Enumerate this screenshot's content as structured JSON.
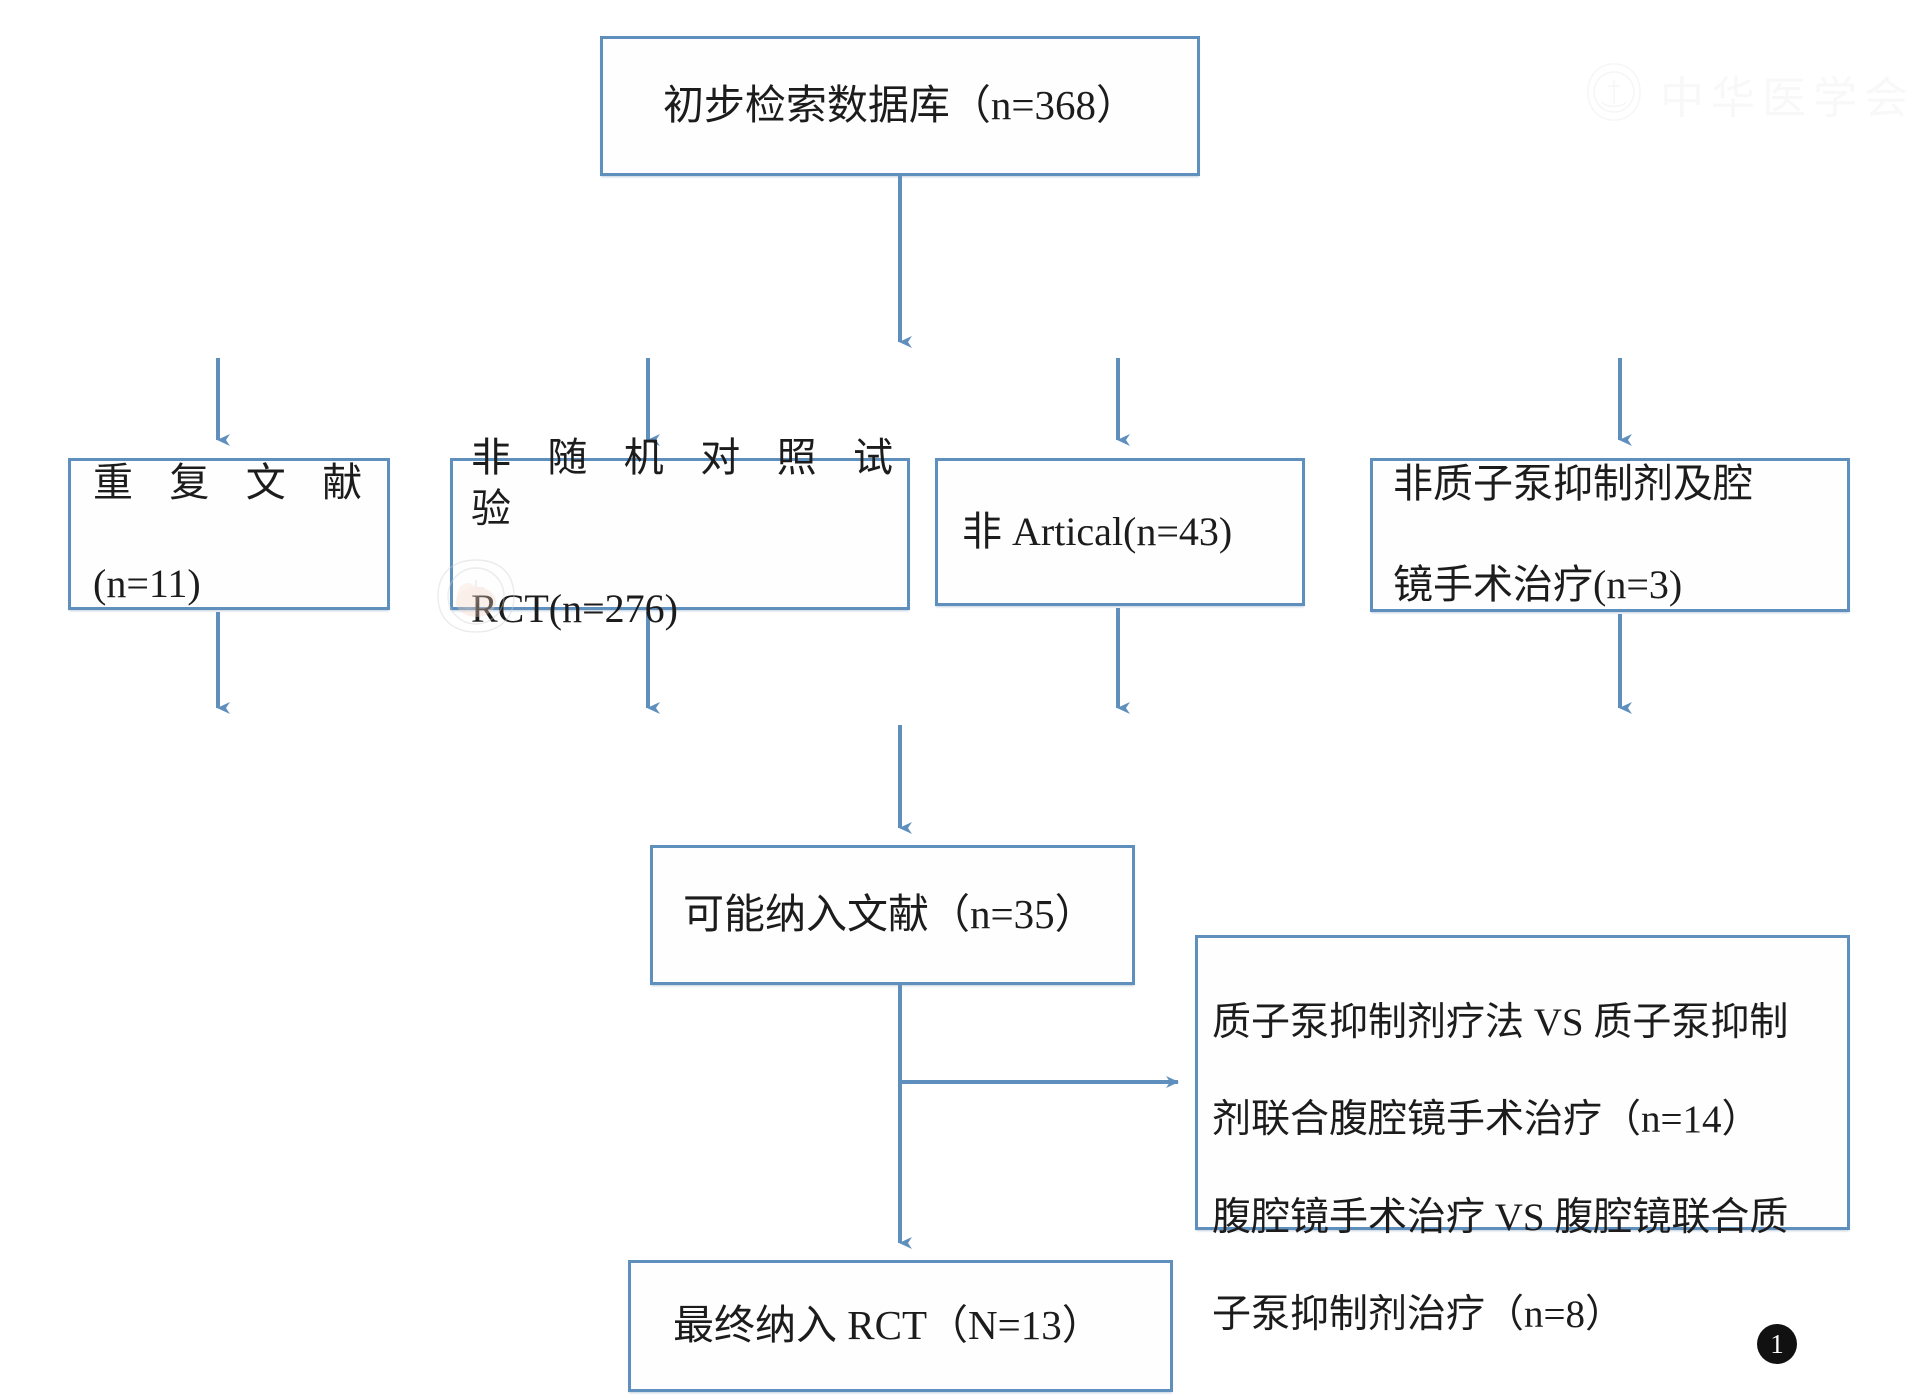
{
  "diagram": {
    "type": "flowchart",
    "title": "文献筛选流程图",
    "accent_color": "#5f8fbd",
    "background_color": "#ffffff",
    "text_color": "#1c1c1c",
    "nodes": {
      "initial": {
        "label": "初步检索数据库（n=368）",
        "n": 368
      },
      "duplicate": {
        "line1": "重 复 文 献",
        "line2": "(n=11)",
        "n": 11
      },
      "non_rct": {
        "line1": "非 随 机 对 照 试 验",
        "line2": "RCT(n=276)",
        "n": 276
      },
      "non_artical": {
        "label": "非 Artical(n=43)",
        "n": 43
      },
      "non_ppi": {
        "line1": "非质子泵抑制剂及腔",
        "line2": "镜手术治疗(n=3)",
        "n": 3
      },
      "possible": {
        "label": "可能纳入文献（n=35）",
        "n": 35
      },
      "comparisons": {
        "line1": "质子泵抑制剂疗法 VS 质子泵抑制",
        "line2": "剂联合腹腔镜手术治疗（n=14）",
        "line3": "腹腔镜手术治疗 VS 腹腔镜联合质",
        "line4": "子泵抑制剂治疗（n=8）",
        "n_first": 14,
        "n_second": 8
      },
      "final": {
        "label": "最终纳入 RCT（N=13）",
        "n": 13
      }
    },
    "watermark": {
      "text": "中华医学会",
      "logo_icon": "medical-association-seal-icon"
    },
    "page_badge": {
      "label": "1"
    }
  }
}
